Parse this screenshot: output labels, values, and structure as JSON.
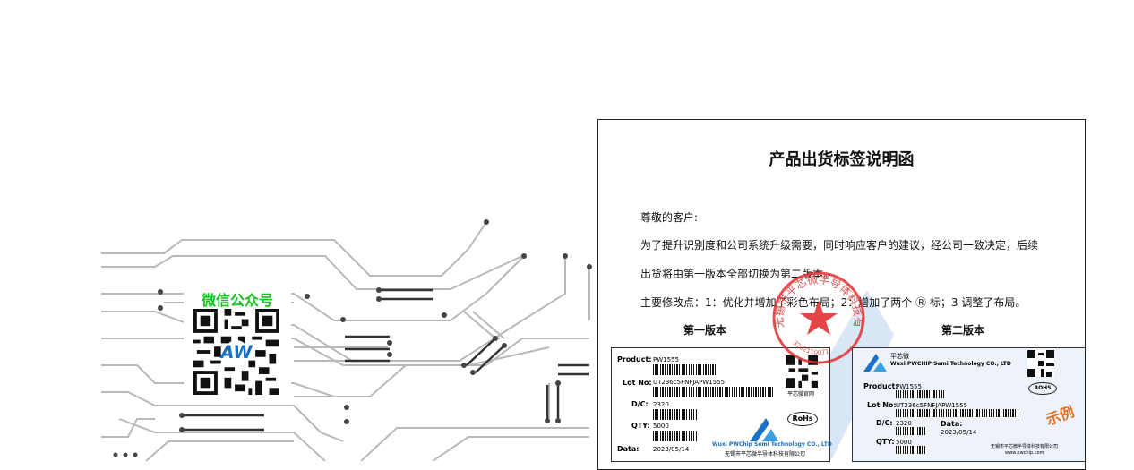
{
  "wechat": {
    "title": "微信公众号"
  },
  "letter": {
    "title": "产品出货标签说明函",
    "greeting": "尊敬的客户:",
    "para1": "为了提升识别度和公司系统升级需要，同时响应客户的建议，经公司一致决定，后续",
    "para2": "出货将由第一版本全部切换为第二版本。",
    "para3": "主要修改点：1：优化并增加了彩色布局；2：增加了两个 Ⓡ 标；3 调整了布局。",
    "version1": "第一版本",
    "version2": "第二版本"
  },
  "label_v1": {
    "product_label": "Product:",
    "product": "PW1555",
    "lot_label": "Lot No:",
    "lot": "UT236c5FNFJAPW1555",
    "dc_label": "D/C:",
    "dc": "2320",
    "qty_label": "QTY:",
    "qty": "5000",
    "date_label": "Data:",
    "date": "2023/05/14",
    "qr_caption": "平芯微官网",
    "rohs": "RoHs",
    "company_en": "Wuxi PWChip Semi Technology CO., LTD",
    "company_cn": "无锡市平芯微半导体科技有限公司"
  },
  "label_v2": {
    "brand_cn": "平芯微",
    "brand_en": "Wuxi PWCHIP Semi Technology CO., LTD",
    "product_label": "Product:",
    "product": "PW1555",
    "lot_label": "Lot No:",
    "lot": "UT236c5FNFJAPW1555",
    "dc_label": "D/C:",
    "dc": "2320",
    "date_label": "Data:",
    "date": "2023/05/14",
    "qty_label": "QTY:",
    "qty": "5000",
    "rohs": "ROHS",
    "sample": "示例",
    "company_cn": "无锡市平芯微半导体科技有限公司",
    "website": "www.pwchip.com"
  },
  "stamp": {
    "text": "无锡市平芯微半导体科技有限公司",
    "number": "3202110071"
  },
  "colors": {
    "wechat_green": "#18c020",
    "stamp_red": "#e03030",
    "circuit_grey": "#b8b8b8"
  }
}
